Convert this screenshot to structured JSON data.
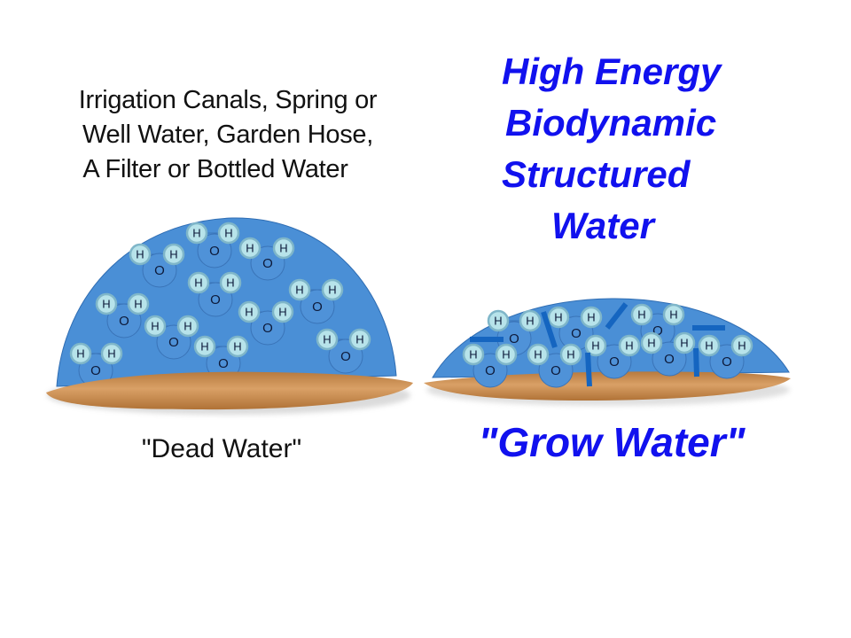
{
  "left_panel": {
    "caption_lines": [
      "Irrigation Canals, Spring or",
      "Well Water, Garden Hose,",
      "A Filter or  Bottled Water"
    ],
    "label": "\"Dead Water\"",
    "molecules": [
      {
        "o": [
          108,
          418
        ],
        "h1": [
          91,
          399
        ],
        "h2": [
          126,
          399
        ]
      },
      {
        "o": [
          180,
          305
        ],
        "h1": [
          158,
          287
        ],
        "h2": [
          196,
          287
        ]
      },
      {
        "o": [
          242,
          283
        ],
        "h1": [
          222,
          263
        ],
        "h2": [
          258,
          263
        ]
      },
      {
        "o": [
          302,
          297
        ],
        "h1": [
          282,
          280
        ],
        "h2": [
          320,
          280
        ]
      },
      {
        "o": [
          243,
          338
        ],
        "h1": [
          224,
          319
        ],
        "h2": [
          260,
          319
        ]
      },
      {
        "o": [
          140,
          362
        ],
        "h1": [
          120,
          343
        ],
        "h2": [
          156,
          343
        ]
      },
      {
        "o": [
          196,
          386
        ],
        "h1": [
          175,
          368
        ],
        "h2": [
          212,
          368
        ]
      },
      {
        "o": [
          252,
          410
        ],
        "h1": [
          231,
          391
        ],
        "h2": [
          268,
          391
        ]
      },
      {
        "o": [
          302,
          370
        ],
        "h1": [
          281,
          352
        ],
        "h2": [
          319,
          352
        ]
      },
      {
        "o": [
          358,
          346
        ],
        "h1": [
          338,
          327
        ],
        "h2": [
          375,
          327
        ]
      },
      {
        "o": [
          390,
          402
        ],
        "h1": [
          369,
          383
        ],
        "h2": [
          406,
          383
        ]
      }
    ]
  },
  "right_panel": {
    "title_lines": [
      "High Energy",
      "Biodynamic",
      "Structured",
      "Water"
    ],
    "title_offsets": [
      26,
      30,
      26,
      82
    ],
    "label": "\"Grow Water\"",
    "molecules": [
      {
        "o": [
          580,
          382
        ],
        "h1": [
          562,
          362
        ],
        "h2": [
          598,
          362
        ]
      },
      {
        "o": [
          650,
          376
        ],
        "h1": [
          630,
          358
        ],
        "h2": [
          667,
          358
        ]
      },
      {
        "o": [
          742,
          373
        ],
        "h1": [
          724,
          355
        ],
        "h2": [
          760,
          355
        ]
      },
      {
        "o": [
          553,
          418
        ],
        "h1": [
          534,
          400
        ],
        "h2": [
          571,
          400
        ]
      },
      {
        "o": [
          627,
          418
        ],
        "h1": [
          607,
          400
        ],
        "h2": [
          644,
          400
        ]
      },
      {
        "o": [
          693,
          408
        ],
        "h1": [
          672,
          390
        ],
        "h2": [
          710,
          390
        ]
      },
      {
        "o": [
          755,
          405
        ],
        "h1": [
          735,
          387
        ],
        "h2": [
          772,
          387
        ]
      },
      {
        "o": [
          820,
          408
        ],
        "h1": [
          800,
          390
        ],
        "h2": [
          837,
          390
        ]
      }
    ],
    "bonds": [
      [
        530,
        383,
        568,
        383
      ],
      [
        613,
        352,
        626,
        392
      ],
      [
        663,
        398,
        665,
        436
      ],
      [
        685,
        370,
        706,
        343
      ],
      [
        781,
        370,
        818,
        370
      ],
      [
        785,
        393,
        786,
        425
      ]
    ]
  },
  "atoms": {
    "oxygen": "O",
    "hydrogen": "H"
  },
  "colors": {
    "water": "#4a8fd6",
    "water_edge": "#2f6db3",
    "oxygen_fill": "#4f92d8",
    "oxygen_edge": "#3a74b8",
    "hydrogen_fill": "#b7e3ea",
    "hydrogen_edge": "#7fb6c9",
    "bond_bar": "#1565c0",
    "soil": "#d49a5c",
    "soil_dark": "#a86d35",
    "title_blue": "#1111ee"
  }
}
